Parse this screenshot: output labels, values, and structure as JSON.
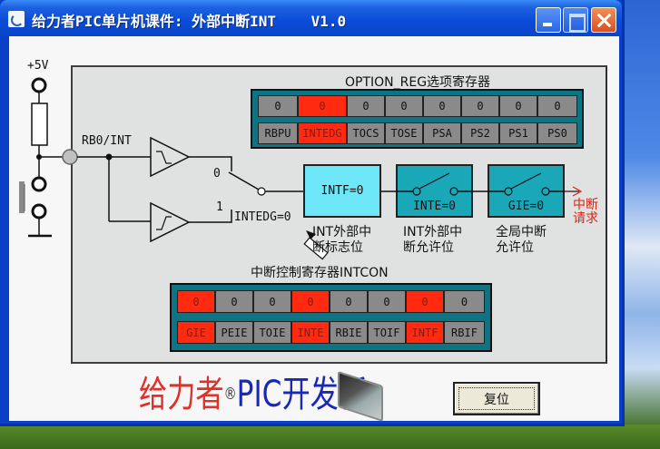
{
  "window": {
    "title": "给力者PIC单片机课件: 外部中断INT    V1.0",
    "controls": {
      "minimize": "minimize",
      "maximize": "maximize",
      "close": "close"
    }
  },
  "circuit": {
    "vcc_label": "+5V",
    "pin_label": "RB0/INT",
    "mux_input_0": "0",
    "mux_input_1": "1",
    "intedg_status": "INTEDG=0"
  },
  "option_reg": {
    "title": "OPTION_REG选项寄存器",
    "values": [
      "0",
      "0",
      "0",
      "0",
      "0",
      "0",
      "0",
      "0"
    ],
    "bits": [
      "RBPU",
      "INTEDG",
      "TOCS",
      "TOSE",
      "PSA",
      "PS2",
      "PS1",
      "PS0"
    ],
    "highlighted": [
      false,
      true,
      false,
      false,
      false,
      false,
      false,
      false
    ]
  },
  "flow": {
    "intf_box": "INTF=0",
    "inte_box": "INTE=0",
    "gie_box": "GIE=0",
    "intf_caption_1": "INT外部中",
    "intf_caption_2": "断标志位",
    "inte_caption_1": "INT外部中",
    "inte_caption_2": "断允许位",
    "gie_caption_1": "全局中断",
    "gie_caption_2": "允许位",
    "request_1": "中断",
    "request_2": "请求"
  },
  "intcon": {
    "title": "中断控制寄存器INTCON",
    "values": [
      "0",
      "0",
      "0",
      "0",
      "0",
      "0",
      "0",
      "0"
    ],
    "bits": [
      "GIE",
      "PEIE",
      "TOIE",
      "INTE",
      "RBIE",
      "TOIF",
      "INTF",
      "RBIF"
    ],
    "highlighted": [
      true,
      false,
      false,
      true,
      false,
      false,
      true,
      false
    ]
  },
  "footer": {
    "logo_brand": "给力者",
    "logo_reg": "®",
    "logo_product": "PIC开发板",
    "reset_button": "复位"
  },
  "colors": {
    "highlight": "#ff2a10",
    "register_bg": "#0e7484",
    "flag_box": "#6ee8f8",
    "switch_box": "#1aa8b8",
    "request_text": "#e02010"
  }
}
